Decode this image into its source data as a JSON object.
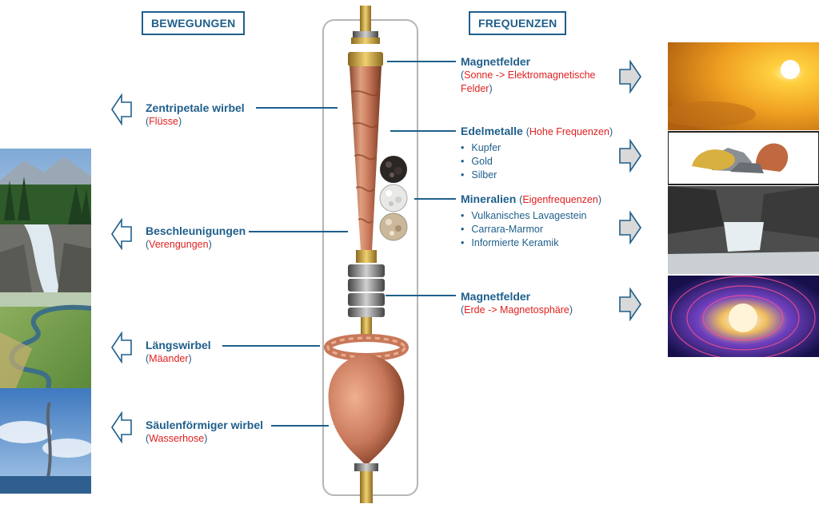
{
  "headers": {
    "left": "BEWEGUNGEN",
    "right": "FREQUENZEN"
  },
  "left_items": [
    {
      "title": "Zentripetale wirbel",
      "sub": "Flüsse"
    },
    {
      "title": "Beschleunigungen",
      "sub": "Verengungen"
    },
    {
      "title": "Längswirbel",
      "sub": "Mäander"
    },
    {
      "title": "Säulenförmiger wirbel",
      "sub": "Wasserhose"
    }
  ],
  "right_items": {
    "magnet_sun": {
      "title": "Magnetfelder",
      "sub": "Sonne -> Elektromagnetische Felder"
    },
    "metals": {
      "title": "Edelmetalle",
      "sub": "Hohe Frequenzen",
      "bullets": [
        "Kupfer",
        "Gold",
        "Silber"
      ]
    },
    "minerals": {
      "title": "Mineralien",
      "sub": "Eigenfrequenzen",
      "bullets": [
        "Vulkanisches Lavagestein",
        "Carrara-Marmor",
        "Informierte Keramik"
      ]
    },
    "magnet_earth": {
      "title": "Magnetfelder",
      "sub": "Erde -> Magnetosphäre"
    }
  },
  "colors": {
    "accent": "#1f5f8b",
    "highlight": "#e02020",
    "copper": "#c8785a",
    "arrow_gray": "#d9d9d9"
  }
}
